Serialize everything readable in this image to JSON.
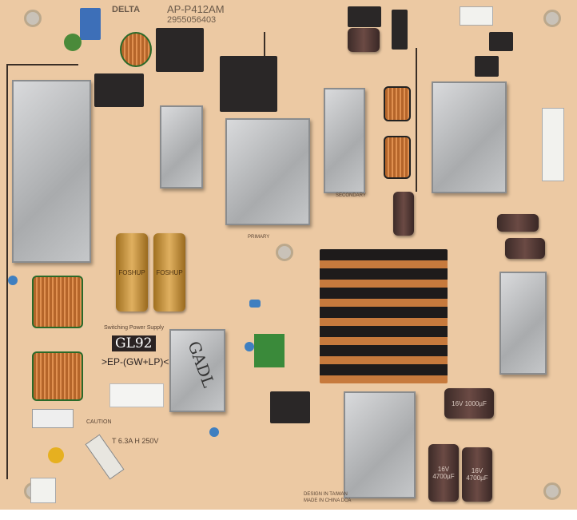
{
  "board": {
    "brand_logo": "DELTA",
    "model": "AP-P412AM",
    "part_number": "2955056403",
    "title_line": "Switching Power Supply",
    "model_code": "GL92",
    "material_marking": ">EP-(GW+LP)<",
    "caution_heading": "CAUTION",
    "fuse_rating": "T 6.3A H 250V",
    "handwritten_mark": "GADL",
    "origin_line1": "DESIGN IN TAIWAN",
    "origin_line2": "MADE IN CHINA DCA",
    "primary_label": "PRIMARY",
    "secondary_label": "SECONDARY",
    "cap_labels": {
      "gold_cap": "FOSHUP",
      "large_ecap": "16V 1000µF",
      "small_ecap": "16V 4700µF"
    }
  },
  "colors": {
    "pcb": "#ecc9a3",
    "shield": "#bfc1c3",
    "trace": "#3a2e26",
    "coil_copper": "#c87a3a"
  }
}
